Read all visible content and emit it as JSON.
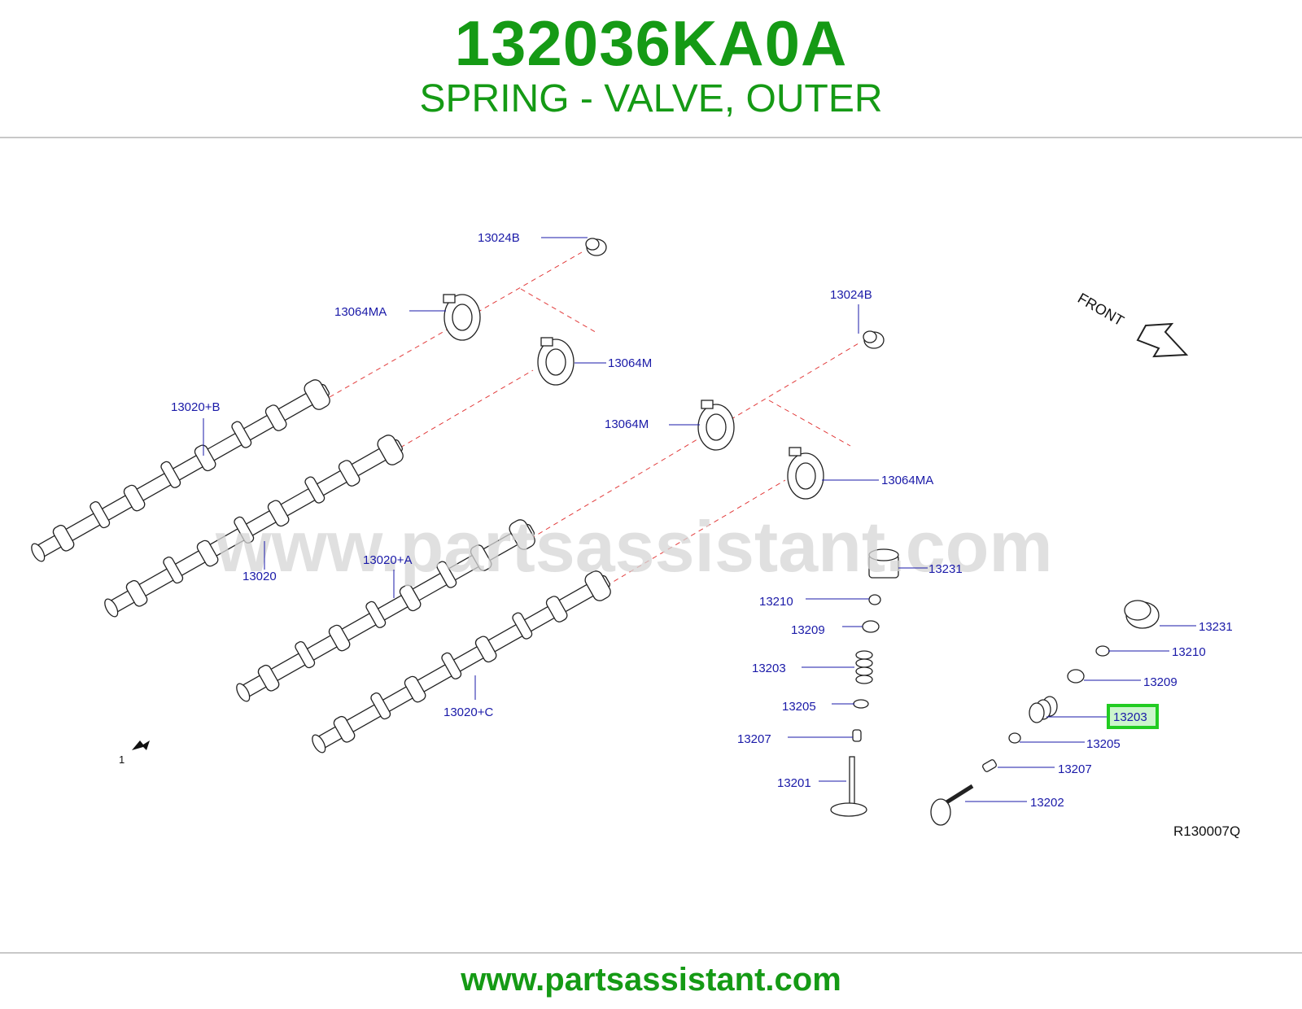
{
  "header": {
    "part_number": "132036KA0A",
    "part_name": "SPRING - VALVE, OUTER"
  },
  "diagram": {
    "watermark": "www.partsassistant.com",
    "front_label": "FRONT",
    "ref_code": "R130007Q",
    "view_marker": "1",
    "highlight_color": "#22cc22",
    "callouts": {
      "c13024B_a": "13024B",
      "c13064MA_a": "13064MA",
      "c13024B_b": "13024B",
      "c13064M_a": "13064M",
      "c13020B": "13020+B",
      "c13064M_b": "13064M",
      "c13064MA_b": "13064MA",
      "c13020": "13020",
      "c13020A": "13020+A",
      "c13231_a": "13231",
      "c13210_a": "13210",
      "c13209_a": "13209",
      "c13203_a": "13203",
      "c13205_a": "13205",
      "c13207_a": "13207",
      "c13201": "13201",
      "c13020C": "13020+C",
      "c13231_b": "13231",
      "c13210_b": "13210",
      "c13209_b": "13209",
      "c13203_b": "13203",
      "c13205_b": "13205",
      "c13207_b": "13207",
      "c13202": "13202"
    }
  },
  "footer": {
    "url": "www.partsassistant.com"
  }
}
